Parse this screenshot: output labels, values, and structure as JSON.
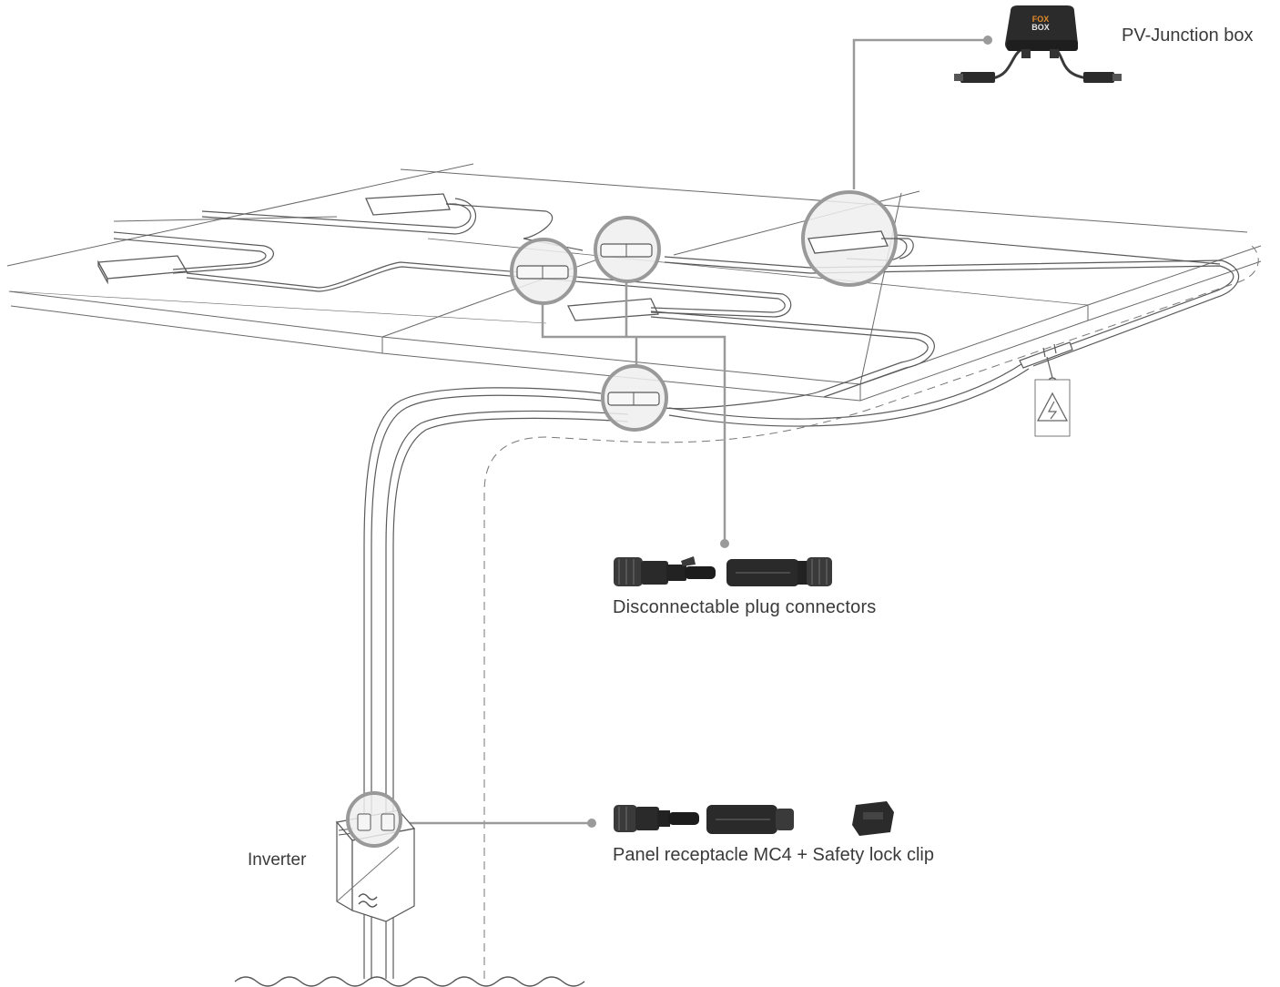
{
  "labels": {
    "junction_box": "PV-Junction box",
    "plug_connectors": "Disconnectable plug connectors",
    "receptacle": "Panel receptacle MC4 + Safety lock clip",
    "inverter": "Inverter"
  },
  "junction_box_brand": [
    "FOX",
    "BOX"
  ],
  "colors": {
    "line": "#555555",
    "leader": "#9a9a9a",
    "highlight_fill": "#eeeeee",
    "connector_dark": "#2b2b2b",
    "text": "#3a3a3a"
  }
}
